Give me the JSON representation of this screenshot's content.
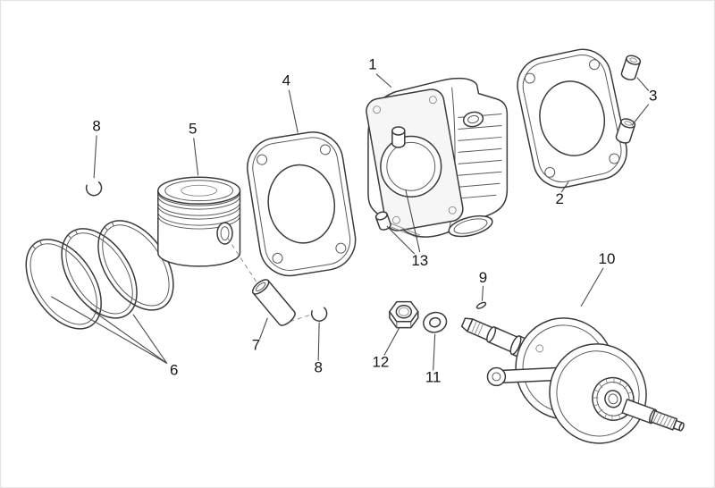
{
  "page": {
    "background_color": "#ffffff",
    "line_color": "#3a3a3a"
  },
  "diagram": {
    "description": "Exploded parts diagram: cylinder, piston, gaskets and crankshaft",
    "callouts": [
      {
        "label": "1",
        "part": "cylinder"
      },
      {
        "label": "2",
        "part": "base-gasket"
      },
      {
        "label": "3",
        "part": "dowel-pins"
      },
      {
        "label": "4",
        "part": "head-gasket"
      },
      {
        "label": "5",
        "part": "piston"
      },
      {
        "label": "6",
        "part": "piston-rings"
      },
      {
        "label": "7",
        "part": "piston-pin"
      },
      {
        "label": "8",
        "part": "circlip-upper"
      },
      {
        "label": "8",
        "part": "circlip-lower"
      },
      {
        "label": "9",
        "part": "key"
      },
      {
        "label": "10",
        "part": "crankshaft"
      },
      {
        "label": "11",
        "part": "washer"
      },
      {
        "label": "12",
        "part": "nut"
      },
      {
        "label": "13",
        "part": "cylinder-studs"
      }
    ]
  }
}
